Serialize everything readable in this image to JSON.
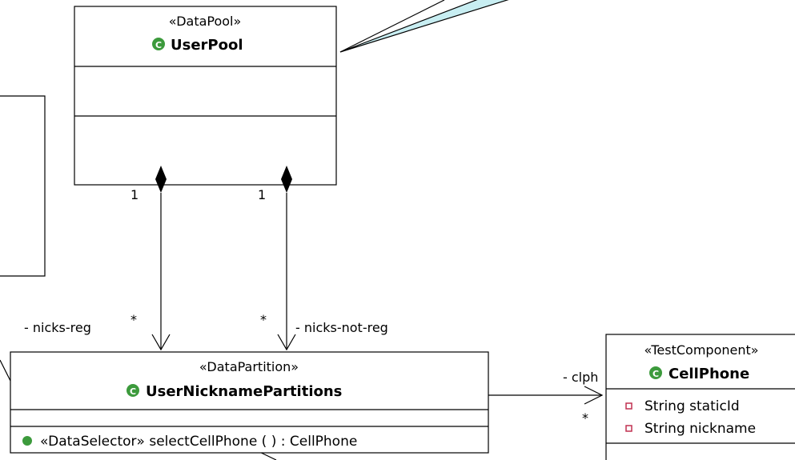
{
  "classes": {
    "userpool": {
      "stereotype": "«DataPool»",
      "name": "UserPool",
      "icon": "class-icon"
    },
    "partitions": {
      "stereotype": "«DataPartition»",
      "name": "UserNicknamePartitions",
      "icon": "class-icon",
      "operation": "«DataSelector» selectCellPhone ( ) : CellPhone"
    },
    "cellphone": {
      "stereotype": "«TestComponent»",
      "name": "CellPhone",
      "icon": "class-icon",
      "attributes": [
        "String staticId",
        "String nickname"
      ]
    }
  },
  "associations": {
    "left": {
      "multiplicity_source": "1",
      "multiplicity_target": "*",
      "role": "- nicks-reg"
    },
    "right": {
      "multiplicity_source": "1",
      "multiplicity_target": "*",
      "role": "- nicks-not-reg"
    },
    "clph": {
      "role": "- clph",
      "multiplicity_target": "*"
    }
  },
  "colors": {
    "note_fill": "#c8eef2",
    "class_icon": "#3c9a3c",
    "attr_icon": "#c03050"
  }
}
